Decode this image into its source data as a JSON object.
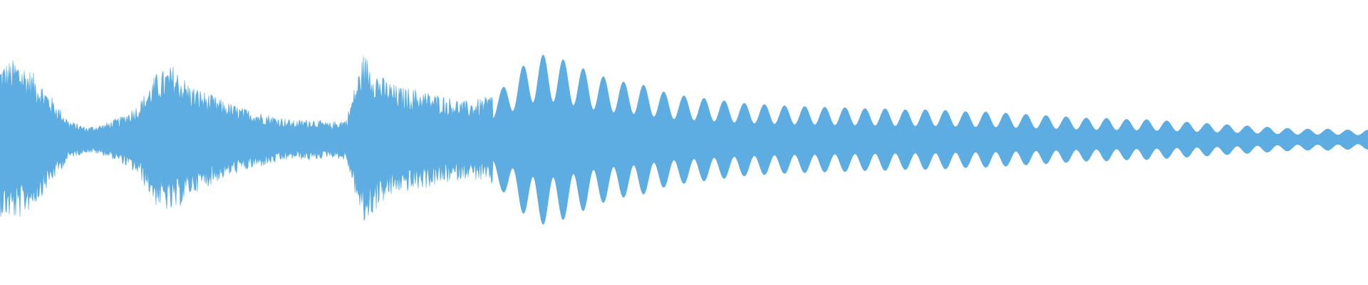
{
  "waveform": {
    "color": "#5dade2",
    "background": "#ffffff",
    "amplitude_envelope": [
      0.72,
      0.76,
      0.62,
      0.4,
      0.18,
      0.12,
      0.15,
      0.22,
      0.34,
      0.62,
      0.7,
      0.52,
      0.44,
      0.36,
      0.3,
      0.26,
      0.22,
      0.18,
      0.2,
      0.16,
      0.2,
      0.82,
      0.6,
      0.5,
      0.48,
      0.44,
      0.4,
      0.36,
      0.4,
      0.48,
      0.66,
      0.8,
      0.78,
      0.72,
      0.64,
      0.58,
      0.54,
      0.52,
      0.46,
      0.42,
      0.4,
      0.38,
      0.36,
      0.34,
      0.33,
      0.32,
      0.31,
      0.31,
      0.3,
      0.3,
      0.29,
      0.29,
      0.28,
      0.28,
      0.28,
      0.27,
      0.26,
      0.26,
      0.25,
      0.24,
      0.23,
      0.22,
      0.21,
      0.2,
      0.2,
      0.19,
      0.19,
      0.18,
      0.17,
      0.16,
      0.15,
      0.14,
      0.13,
      0.12,
      0.11,
      0.1,
      0.1,
      0.1,
      0.09,
      0.09
    ],
    "oscillation_cycles": 68
  }
}
